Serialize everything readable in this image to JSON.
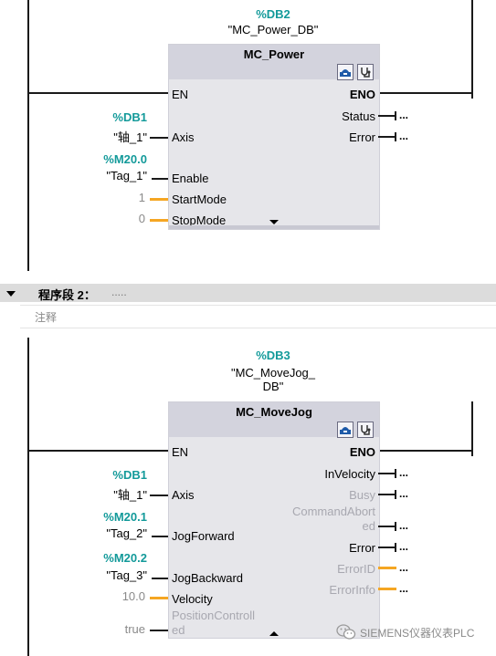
{
  "network1": {
    "instance_db": "%DB2",
    "instance_name": "\"MC_Power_DB\"",
    "block_name": "MC_Power",
    "inputs": {
      "en": "EN",
      "axis": {
        "label": "Axis",
        "operand": "%DB1",
        "tag": "\"轴_1\""
      },
      "enable": {
        "label": "Enable",
        "operand": "%M20.0",
        "tag": "\"Tag_1\""
      },
      "startmode": {
        "label": "StartMode",
        "value": "1"
      },
      "stopmode": {
        "label": "StopMode",
        "value": "0"
      }
    },
    "outputs": {
      "eno": "ENO",
      "status": {
        "label": "Status",
        "dots": "..."
      },
      "error": {
        "label": "Error",
        "dots": "..."
      }
    }
  },
  "segment2": {
    "title": "程序段 2：",
    "dots": "....."
  },
  "comment": {
    "placeholder": "注释"
  },
  "network2": {
    "instance_db": "%DB3",
    "instance_name_line1": "\"MC_MoveJog_",
    "instance_name_line2": "DB\"",
    "block_name": "MC_MoveJog",
    "inputs": {
      "en": "EN",
      "axis": {
        "label": "Axis",
        "operand": "%DB1",
        "tag": "\"轴_1\""
      },
      "jogforward": {
        "label": "JogForward",
        "operand": "%M20.1",
        "tag": "\"Tag_2\""
      },
      "jogbackward": {
        "label": "JogBackward",
        "operand": "%M20.2",
        "tag": "\"Tag_3\""
      },
      "velocity": {
        "label": "Velocity",
        "value": "10.0"
      },
      "positioncontrolled": {
        "label_line1": "PositionControll",
        "label_line2": "ed",
        "value": "true"
      }
    },
    "outputs": {
      "eno": "ENO",
      "invelocity": {
        "label": "InVelocity",
        "dots": "..."
      },
      "busy": {
        "label": "Busy",
        "dots": "..."
      },
      "commandaborted": {
        "label_line1": "CommandAbort",
        "label_line2": "ed",
        "dots": "..."
      },
      "error": {
        "label": "Error",
        "dots": "..."
      },
      "errorid": {
        "label": "ErrorID",
        "dots": "..."
      },
      "errorinfo": {
        "label": "ErrorInfo",
        "dots": "..."
      }
    }
  },
  "watermark": {
    "text": "SIEMENS仪器仪表PLC"
  },
  "colors": {
    "operand": "#139a9a",
    "const_wire": "#f5a623",
    "block_bg": "#e6e6ea",
    "block_header": "#d3d3dd",
    "segment_bar": "#dcdcdc"
  }
}
